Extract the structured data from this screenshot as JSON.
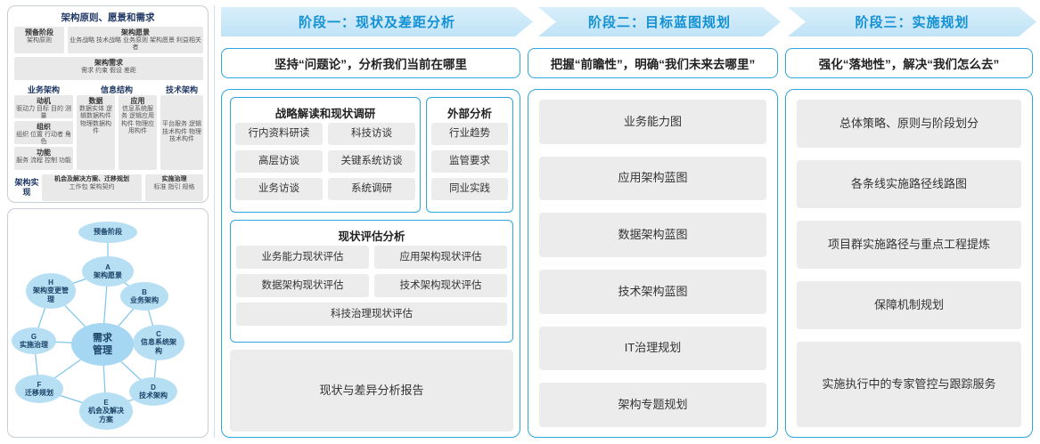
{
  "colors": {
    "accent_blue": "#2fa6de",
    "banner_text": "#1291d4",
    "banner_fill": "#c9e7f8",
    "item_gray": "#ececec",
    "node_fill": "#b7dff4",
    "navy_text": "#1f3864"
  },
  "left_panel": {
    "title": "架构原则、愿景和需求",
    "prep": {
      "title": "预备阶段",
      "sub": "架构原则"
    },
    "vision": {
      "title": "架构愿景",
      "sub": "业务战略 技术战略 业务原则 架构愿景 利益相关者"
    },
    "requirement": {
      "title": "架构需求",
      "sub": "需求 约束 假设 差距"
    },
    "columns": {
      "biz_title": "业务架构",
      "info_title": "信息结构",
      "tech_title": "技术架构"
    },
    "biz_groups": [
      {
        "title": "动机",
        "sub": "驱动力 目标 目的 测量"
      },
      {
        "title": "组织",
        "sub": "组织 位置 行动者 角色"
      },
      {
        "title": "功能",
        "sub": "服务 流程 控制 功能"
      }
    ],
    "info_groups": [
      {
        "title": "数据",
        "sub": "数据实体 逻辑数据构件 物理数据构件"
      },
      {
        "title": "应用",
        "sub": "信息系统服务 逻辑应用构件 物理应用构件"
      }
    ],
    "tech_items": "平台服务 逻辑技术构件 物理技术构件",
    "impl": {
      "label": "架构实现",
      "groups": [
        {
          "title": "机会及解决方案、迁移规划",
          "sub": "工作包 架构契约"
        },
        {
          "title": "实施治理",
          "sub": "标准 指引 规格"
        }
      ]
    }
  },
  "adm": {
    "prep": "预备阶段",
    "center": "需求管理",
    "nodes": [
      {
        "letter": "A",
        "name": "架构愿景"
      },
      {
        "letter": "B",
        "name": "业务架构"
      },
      {
        "letter": "C",
        "name": "信息系统架构"
      },
      {
        "letter": "D",
        "name": "技术架构"
      },
      {
        "letter": "E",
        "name": "机会及解决方案"
      },
      {
        "letter": "F",
        "name": "迁移规划"
      },
      {
        "letter": "G",
        "name": "实施治理"
      },
      {
        "letter": "H",
        "name": "架构变更管理"
      }
    ]
  },
  "phases": [
    {
      "banner": "阶段一：现状及差距分析",
      "subtitle": "坚持“问题论”，分析我们当前在哪里",
      "strategy": {
        "title": "战略解读和现状调研",
        "items": [
          "行内资料研读",
          "科技访谈",
          "高层访谈",
          "关键系统访谈",
          "业务访谈",
          "系统调研"
        ]
      },
      "external": {
        "title": "外部分析",
        "items": [
          "行业趋势",
          "监管要求",
          "同业实践"
        ]
      },
      "assessment": {
        "title": "现状评估分析",
        "items": [
          "业务能力现状评估",
          "应用架构现状评估",
          "数据架构现状评估",
          "技术架构现状评估",
          "科技治理现状评估"
        ]
      },
      "report": "现状与差异分析报告"
    },
    {
      "banner": "阶段二：目标蓝图规划",
      "subtitle": "把握“前瞻性”，明确“我们未来去哪里”",
      "items": [
        "业务能力图",
        "应用架构蓝图",
        "数据架构蓝图",
        "技术架构蓝图",
        "IT治理规划",
        "架构专题规划"
      ]
    },
    {
      "banner": "阶段三：实施规划",
      "subtitle": "强化“落地性”，解决“我们怎么去”",
      "items": [
        "总体策略、原则与阶段划分",
        "各条线实施路径线路图",
        "项目群实施路径与重点工程提炼",
        "保障机制规划",
        "实施执行中的专家管控与跟踪服务"
      ]
    }
  ]
}
